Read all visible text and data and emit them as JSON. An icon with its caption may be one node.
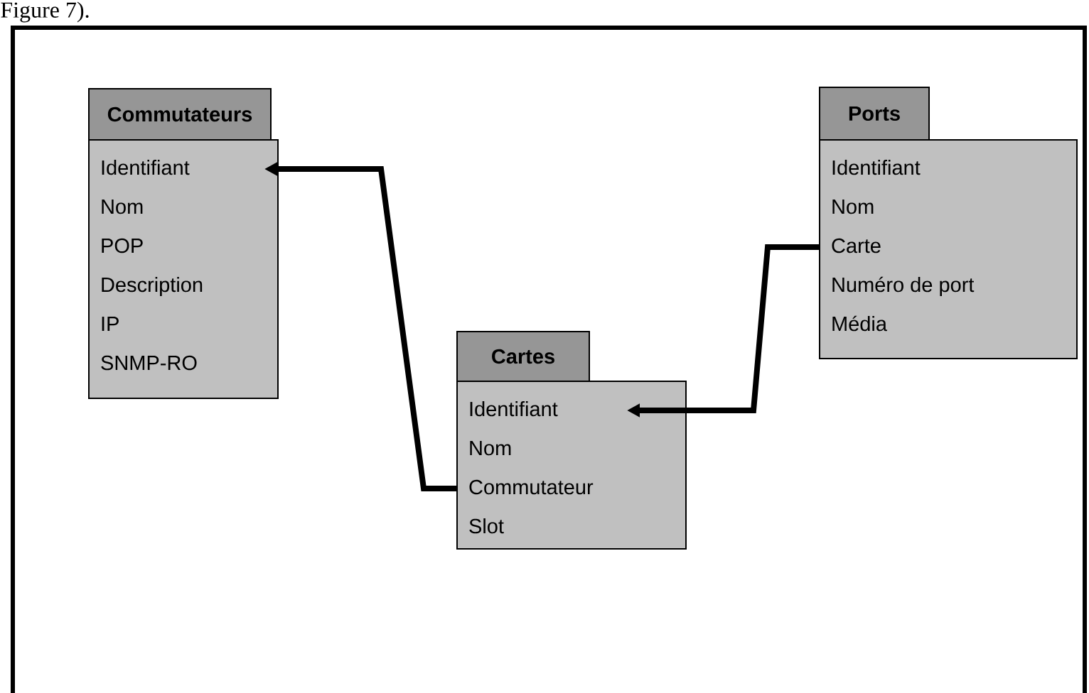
{
  "diagram": {
    "nodes": [
      {
        "text": [
          "Commutateurs"
        ]
      },
      {
        "text": [
          "Identifiant",
          "Nom",
          "POP",
          "Description",
          "IP",
          "SNMP-RO"
        ]
      },
      {
        "text": [
          "Ports"
        ]
      },
      {
        "text": [
          "Identifiant",
          "Nom",
          "Carte",
          "Numéro de port",
          "Média"
        ]
      },
      {
        "text": [
          "Cartes"
        ]
      },
      {
        "text": [
          "Identifiant",
          "Nom",
          "Commutateur",
          "Slot"
        ]
      }
    ],
    "edges": [
      {
        "from": 5,
        "to": 1,
        "arrow": "to"
      },
      {
        "from": 3,
        "to": 5,
        "arrow": "to"
      }
    ],
    "labels": [
      "Figure 7)."
    ]
  }
}
